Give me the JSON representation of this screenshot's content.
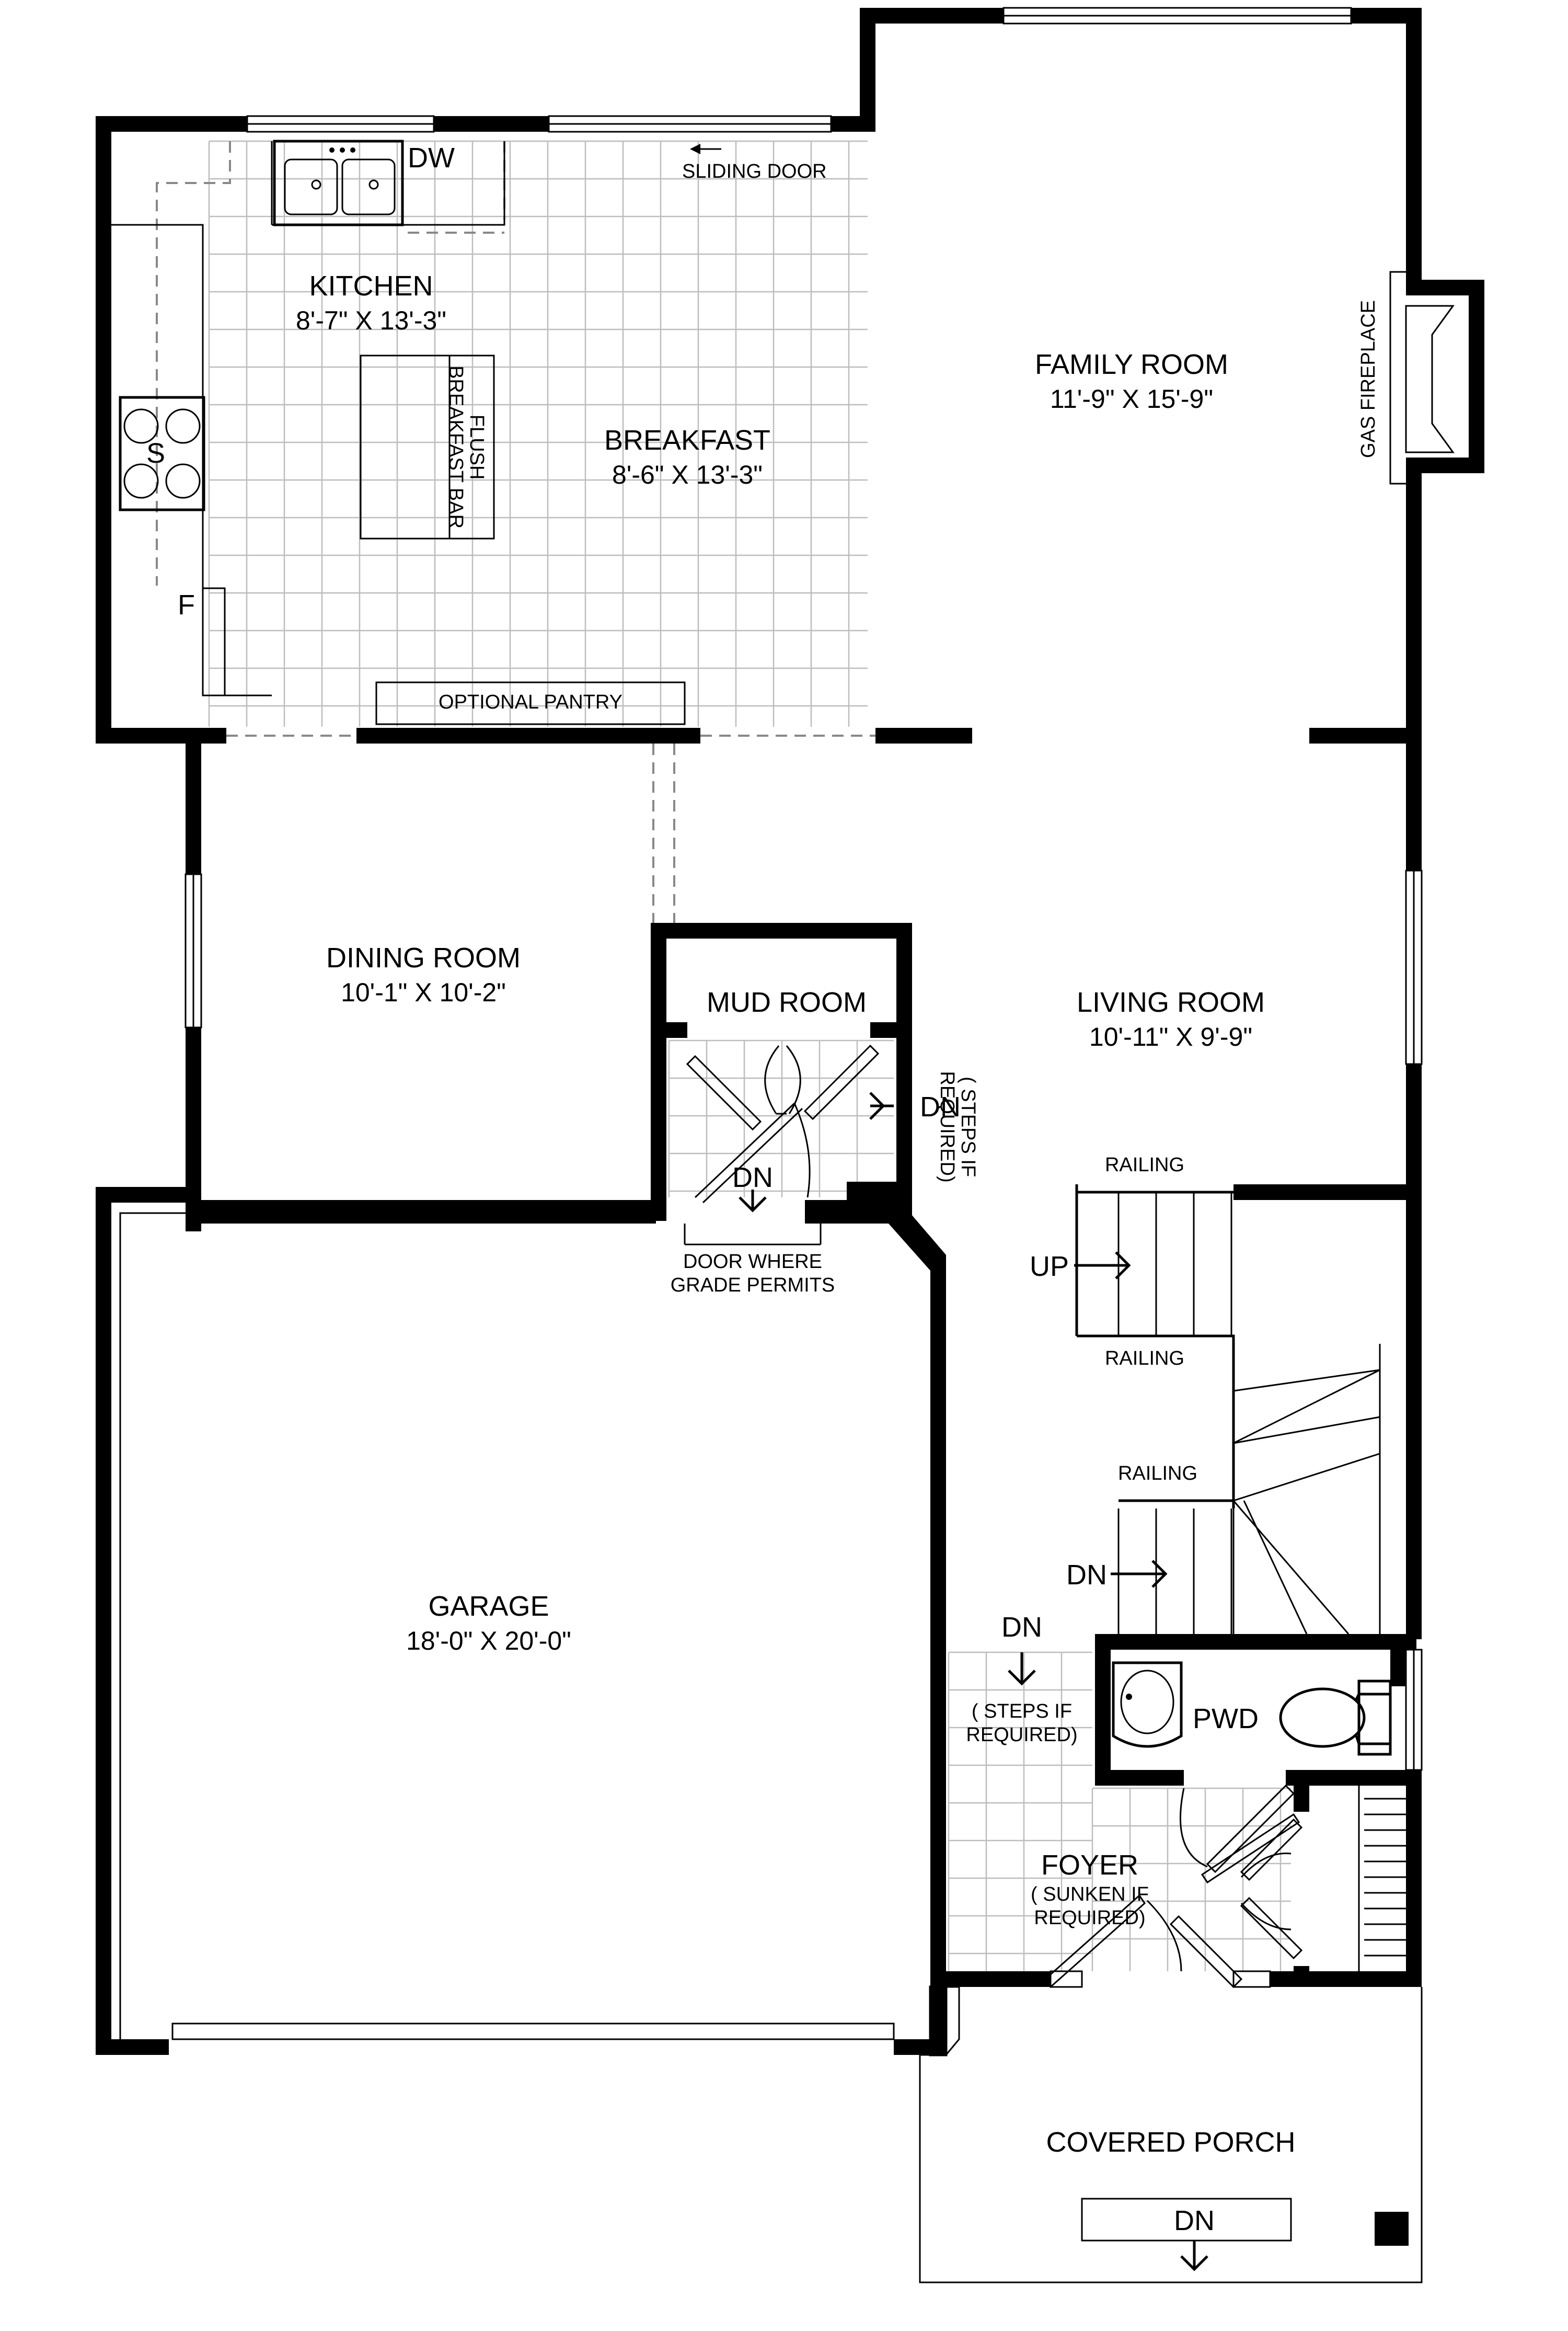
{
  "rooms": {
    "kitchen": {
      "name": "KITCHEN",
      "dims": "8'-7\" X 13'-3\""
    },
    "breakfast": {
      "name": "BREAKFAST",
      "dims": "8'-6\" X 13'-3\""
    },
    "family": {
      "name": "FAMILY ROOM",
      "dims": "11'-9\" X 15'-9\""
    },
    "dining": {
      "name": "DINING ROOM",
      "dims": "10'-1\" X 10'-2\""
    },
    "living": {
      "name": "LIVING ROOM",
      "dims": "10'-11\" X 9'-9\""
    },
    "mud": {
      "name": "MUD ROOM"
    },
    "garage": {
      "name": "GARAGE",
      "dims": "18'-0\" X 20'-0\""
    },
    "pwd": {
      "name": "PWD"
    },
    "foyer": {
      "name": "FOYER",
      "note1": "( SUNKEN IF",
      "note2": "REQUIRED)"
    },
    "porch": {
      "name": "COVERED PORCH"
    }
  },
  "fixtures": {
    "dw": "DW",
    "sliding_door": "SLIDING DOOR",
    "stove": "S",
    "fridge": "F",
    "breakfast_bar_1": "FLUSH",
    "breakfast_bar_2": "BREAKFAST BAR",
    "optional_pantry": "OPTIONAL PANTRY",
    "gas_fireplace": "GAS FIREPLACE"
  },
  "notes": {
    "dn": "DN",
    "up": "UP",
    "railing": "RAILING",
    "steps_if_1": "( STEPS IF",
    "steps_if_2": "REQUIRED)",
    "door_grade_1": "DOOR WHERE",
    "door_grade_2": "GRADE PERMITS"
  }
}
